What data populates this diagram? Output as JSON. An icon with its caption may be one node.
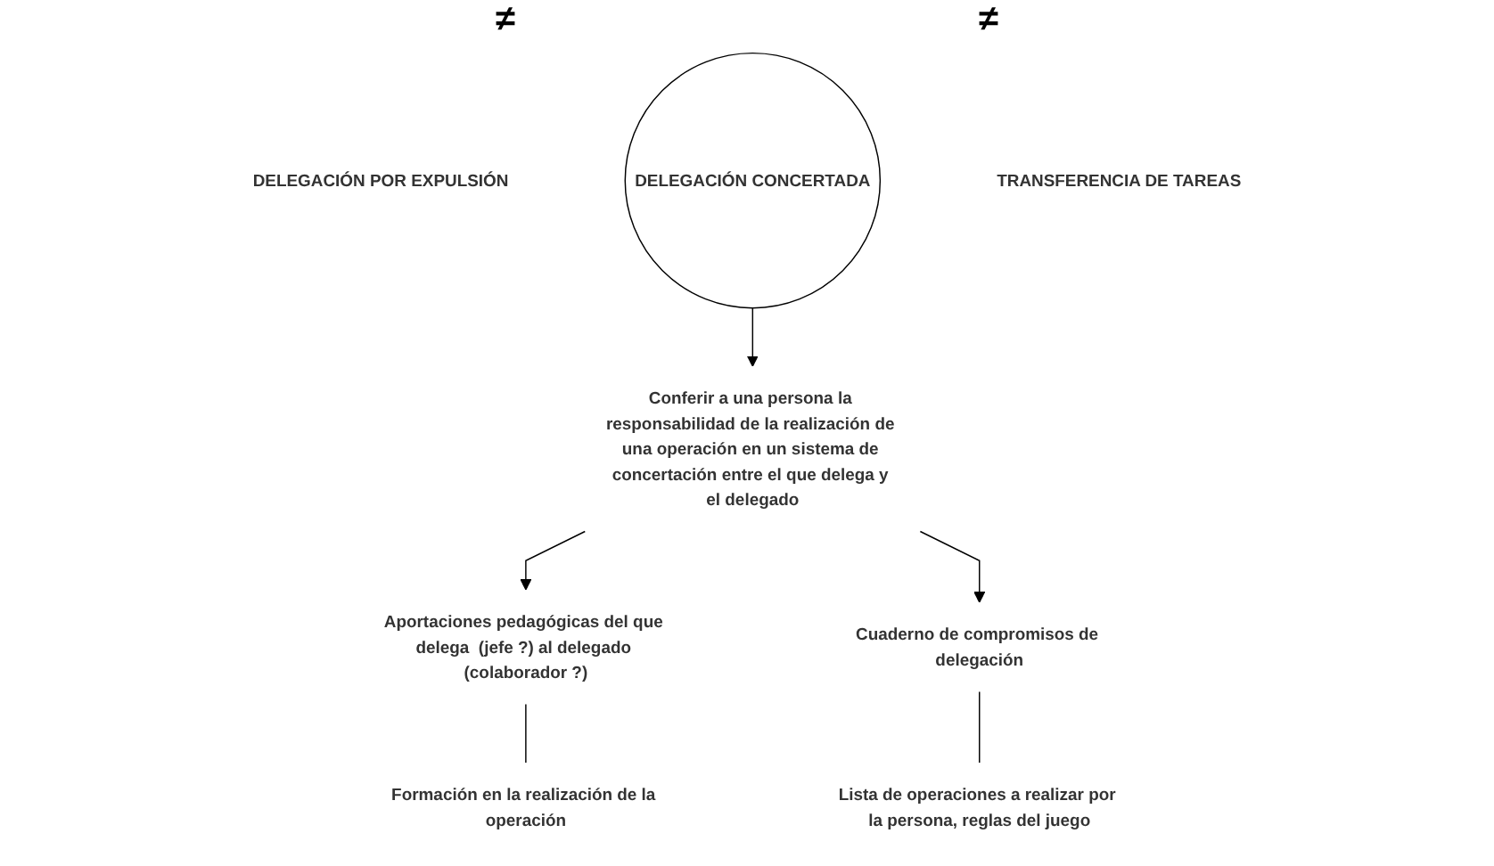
{
  "diagram": {
    "nodes": [
      {
        "text": [
          "DELEGACIÓN POR EXPULSIÓN"
        ]
      },
      {
        "text": [
          "DELEGACIÓN CONCERTADA"
        ]
      },
      {
        "text": [
          "TRANSFERENCIA DE TAREAS"
        ]
      },
      {
        "text": [
          "Conferir a una persona la responsabilidad de la realización de una operación en un sistema de concertación entre el que delega y el delegado"
        ]
      },
      {
        "text": [
          "Aportaciones pedagógicas del que delega  (jefe ?) al delegado (colaborador ?)"
        ]
      },
      {
        "text": [
          "Cuaderno de compromisos de delegación"
        ]
      },
      {
        "text": [
          "Formación en la realización de la operación"
        ]
      },
      {
        "text": [
          "Lista de operaciones a realizar por la persona, reglas del juego"
        ]
      }
    ],
    "edges": [
      {
        "from": 1,
        "to": 3,
        "arrow": "to"
      },
      {
        "from": 3,
        "to": 4,
        "arrow": "to"
      },
      {
        "from": 3,
        "to": 5,
        "arrow": "to"
      },
      {
        "from": 4,
        "to": 6,
        "arrow": "none"
      },
      {
        "from": 5,
        "to": 7,
        "arrow": "none"
      }
    ],
    "labels": [
      "≠",
      "≠"
    ]
  }
}
